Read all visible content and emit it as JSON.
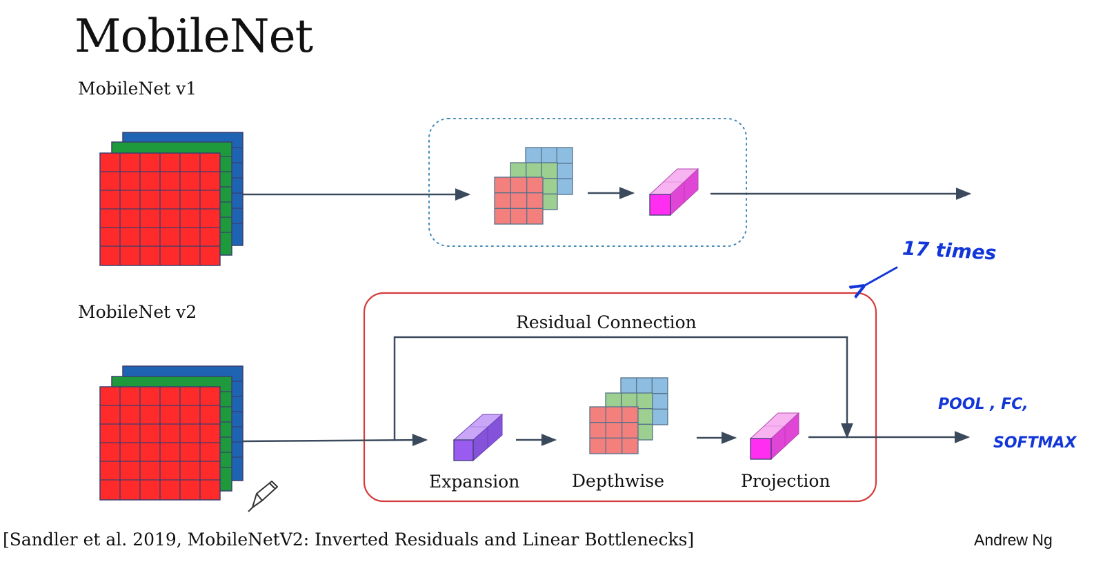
{
  "slide": {
    "title": "MobileNet",
    "v1_label": "MobileNet v1",
    "v2_label": "MobileNet v2",
    "citation": "[Sandler et al. 2019, MobileNetV2: Inverted Residuals and Linear Bottlenecks]",
    "author": "Andrew Ng"
  },
  "v2_block": {
    "residual_label": "Residual Connection",
    "expansion_label": "Expansion",
    "depthwise_label": "Depthwise",
    "projection_label": "Projection"
  },
  "annotations": {
    "repeat_note": "17 times",
    "output_note_line1": "POOL , FC,",
    "output_note_line2": "SOFTMAX"
  },
  "colors": {
    "arrow": "#3a4a5c",
    "red_channel": "#ff2a2a",
    "green_channel": "#1e9a3c",
    "blue_channel": "#1f63b3",
    "grid_line": "#3a3f6e",
    "dotted_box": "#3f86b6",
    "v2_box": "#d63a3a",
    "filter_red": "#f4807e",
    "filter_green": "#9ccf90",
    "filter_blue": "#8dbde0",
    "magenta_block": "#ff2ef0",
    "purple_block": "#9a5cf0",
    "handwriting": "#1236d8"
  }
}
